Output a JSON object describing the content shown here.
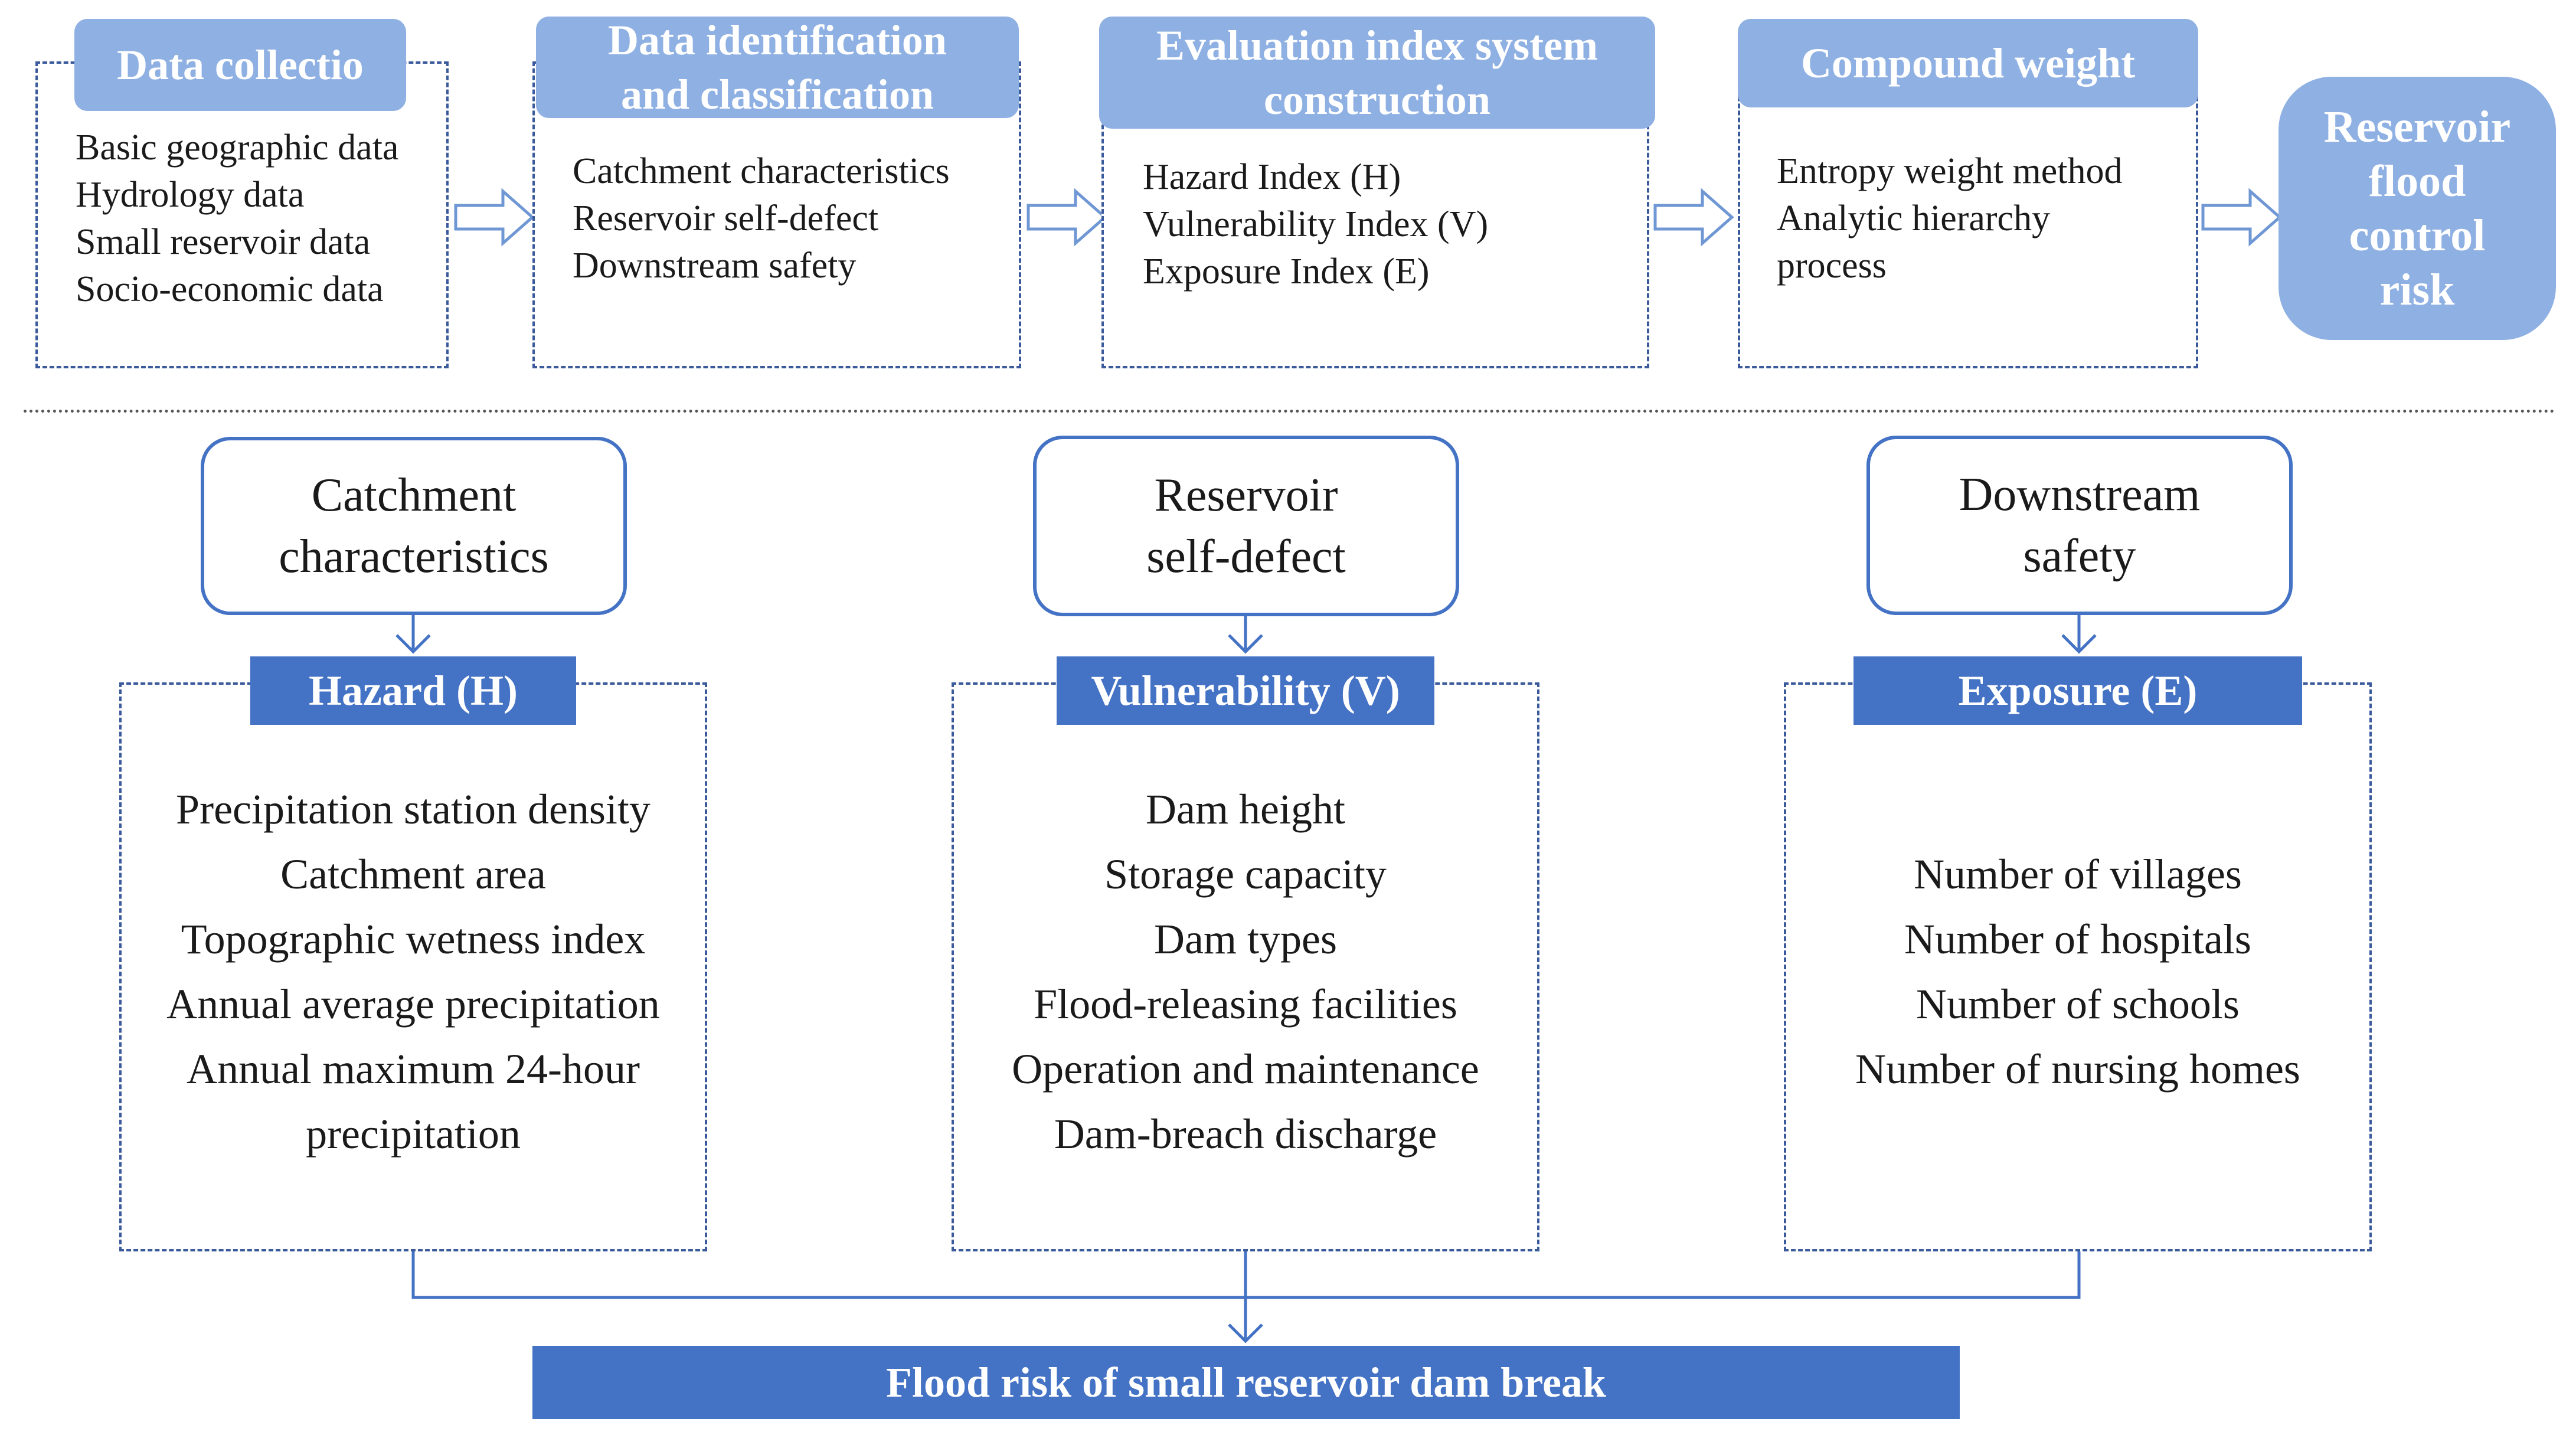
{
  "pipeline": {
    "steps": [
      {
        "title": [
          "Data collectio"
        ],
        "items": [
          "Basic geographic data",
          "Hydrology data",
          "Small reservoir data",
          "Socio-economic data"
        ]
      },
      {
        "title": [
          "Data identification",
          "and classification"
        ],
        "items": [
          "Catchment characteristics",
          "Reservoir self-defect",
          "Downstream safety"
        ]
      },
      {
        "title": [
          "Evaluation index system",
          "construction"
        ],
        "items": [
          "Hazard Index (H)",
          "Vulnerability Index (V)",
          "Exposure Index (E)"
        ]
      },
      {
        "title": [
          "Compound weight"
        ],
        "items": [
          "Entropy weight method",
          "Analytic hierarchy",
          "process"
        ]
      }
    ],
    "final": [
      "Reservoir",
      "flood",
      "control",
      "risk"
    ]
  },
  "factors": [
    {
      "source": [
        "Catchment",
        "characteristics"
      ],
      "header": "Hazard (H)",
      "items": [
        "Precipitation station density",
        "Catchment area",
        "Topographic wetness index",
        "Annual average precipitation",
        "Annual maximum 24-hour",
        "precipitation"
      ]
    },
    {
      "source": [
        "Reservoir",
        "self-defect"
      ],
      "header": "Vulnerability (V)",
      "items": [
        "Dam height",
        "Storage capacity",
        "Dam types",
        "Flood-releasing facilities",
        "Operation and maintenance",
        "Dam-breach discharge"
      ]
    },
    {
      "source": [
        "Downstream",
        "safety"
      ],
      "header": "Exposure (E)",
      "items": [
        "Number of villages",
        "Number of hospitals",
        "Number of schools",
        "Number of nursing homes"
      ]
    }
  ],
  "result": "Flood risk of small reservoir dam break",
  "colors": {
    "tab": "#8fb0e3",
    "header": "#4472c4",
    "dash": "#3a5a9c"
  }
}
